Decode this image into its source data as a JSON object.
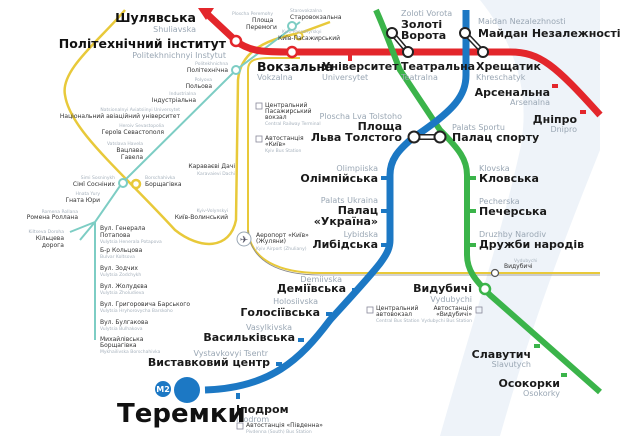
{
  "colors": {
    "red": "#e3262b",
    "green": "#3bb44a",
    "blue": "#1c78c4",
    "yellow": "#e8c93a",
    "teal": "#7dcdc4",
    "river": "#eef3f9"
  },
  "line_badge": "M2",
  "stations": {
    "shuliavska": {
      "ua": "Шулявська",
      "en": "Shuliavska"
    },
    "politekh": {
      "ua": "Політехнічний інститут",
      "en": "Politekhnichnyi Instytut"
    },
    "vokzalna": {
      "ua": "Вокзальна",
      "en": "Vokzalna"
    },
    "universytet": {
      "ua": "Університет",
      "en": "Universytet"
    },
    "teatralna": {
      "ua": "Театральна",
      "en": "Teatralna"
    },
    "khreshchatyk": {
      "ua": "Хрещатик",
      "en": "Khreschatyk"
    },
    "arsenalna": {
      "ua": "Арсенальна",
      "en": "Arsenalna"
    },
    "dnipro": {
      "ua": "Дніпро",
      "en": "Dnipro"
    },
    "zoloti": {
      "ua1": "Золоті",
      "ua2": "Ворота",
      "en": "Zoloti Vorota"
    },
    "maidan": {
      "ua": "Майдан Незалежності",
      "en": "Maidan Nezalezhnosti"
    },
    "tolstoho": {
      "ua1": "Площа",
      "ua2": "Льва Толстого",
      "en": "Ploscha Lva Tolstoho"
    },
    "palats_sportu": {
      "ua": "Палац спорту",
      "en": "Palats Sportu"
    },
    "olimpiiska": {
      "ua": "Олімпійська",
      "en": "Olimpiiska"
    },
    "klovska": {
      "ua": "Кловська",
      "en": "Klovska"
    },
    "palats_ukraina": {
      "ua1": "Палац",
      "ua2": "«Україна»",
      "en": "Palats Ukraina"
    },
    "pecherska": {
      "ua": "Печерська",
      "en": "Pecherska"
    },
    "lybidska": {
      "ua": "Либідська",
      "en": "Lybidska"
    },
    "druzhby": {
      "ua": "Дружби народів",
      "en": "Druzhby Narodiv"
    },
    "demiivska": {
      "ua": "Деміївська",
      "en": "Demiivska"
    },
    "holosiivska": {
      "ua": "Голосіївська",
      "en": "Holosiivska"
    },
    "vasylkivska": {
      "ua": "Васильківська",
      "en": "Vasylkivska"
    },
    "vystavkovyi": {
      "ua": "Виставковий центр",
      "en": "Vystavkovyi Tsentr"
    },
    "ipodrom": {
      "ua": "Іподром",
      "en": "Ipodrom"
    },
    "teremky": {
      "ua": "Теремки"
    },
    "vydubychi": {
      "ua": "Видубичі",
      "en": "Vydubychi"
    },
    "slavutych": {
      "ua": "Славутич",
      "en": "Slavutych"
    },
    "osokorky": {
      "ua": "Осокорки",
      "en": "Osokorky"
    }
  },
  "minor": {
    "ploshcha_peremohy": {
      "ua1": "Площа",
      "ua2": "Перемоги",
      "en": "Ploscha Peremohy"
    },
    "starovokzalna": {
      "ua": "Старовокзальна",
      "en": "Starovokzalna"
    },
    "kyiv_pas": {
      "ua": "Київ-Пасажирський",
      "en": "Kyiv-Pasazhyrskyi"
    },
    "politekhnichna": {
      "ua": "Політехнічна",
      "en": "Politekhnichna"
    },
    "polyova": {
      "ua": "Польова",
      "en": "Polyova"
    },
    "industrialna": {
      "ua": "Індустріальна",
      "en": "Industrialna"
    },
    "nau": {
      "ua": "Національний авіаційний університет",
      "en": "Natsionalnyi Aviatsiinyi Universytet"
    },
    "sevastopolia": {
      "ua": "Героїв Севастополя",
      "en": "Heroiv Sevastopolia"
    },
    "havela": {
      "ua1": "Вацлава",
      "ua2": "Гавела",
      "en": "Vatslava Havela"
    },
    "karavaievi": {
      "ua": "Караваєві Дачі",
      "en": "Karavaievi Dachi"
    },
    "simi": {
      "ua": "Сімї Сосніних",
      "en": "Simi Sosninykh"
    },
    "borshchahivka": {
      "ua": "Борщагівка",
      "en": "Borschahivka"
    },
    "hnata": {
      "ua": "Гната Юри",
      "en": "Hnata Yury"
    },
    "rollana": {
      "ua": "Ромена Роллана",
      "en": "Romena Rollana"
    },
    "kyiv_volynskyi": {
      "ua": "Київ-Волинський",
      "en": "Kyiv-Volynskyi"
    },
    "kiltseva": {
      "ua1": "Кільцева",
      "ua2": "дорога",
      "en": "Kiltseva Doroha"
    },
    "potapova": {
      "ua1": "Вул. Генерала",
      "ua2": "Потапова",
      "en": "Vulytsia Henerala Potapova"
    },
    "koltsova": {
      "ua": "Б-р Кольцова",
      "en": "Bulvar Koltsova"
    },
    "zodchykh": {
      "ua": "Вул. Зодчих",
      "en": "Vulytsia Zodchykh"
    },
    "zholudieva": {
      "ua": "Вул. Жолудєва",
      "en": "Vulytsia Zholudieva"
    },
    "barskoho": {
      "ua": "Вул. Григоровича Барського",
      "en": "Vulytsia Hryhorovycha Barskoho"
    },
    "bulhakova": {
      "ua": "Вул. Булгакова",
      "en": "Vulytsia Bulhakova"
    },
    "mykhailivska": {
      "ua1": "Михайлівська",
      "ua2": "Борщагівка",
      "en": "Mykhailivska Borschahivka"
    },
    "vydubychi_rail": {
      "ua": "Видубичі",
      "en": "Vydubychi"
    },
    "airport": {
      "ua1": "Аеропорт «Київ»",
      "ua2": "(Жуляни)",
      "en": "Kyiv Airport (Zhuliany)"
    },
    "central_station": {
      "ua1": "Центральний",
      "ua2": "Пасажирський",
      "ua3": "вокзал",
      "en": "Central Railway Terminal"
    },
    "bus_kyiv": {
      "ua1": "Автостанція",
      "ua2": "«Київ»",
      "en": "Kyiv Bus Station"
    },
    "central_bus": {
      "ua1": "Центральний",
      "ua2": "автовокзал",
      "en": "Central Bus Station"
    },
    "bus_vydubychi": {
      "ua1": "Автостанція",
      "ua2": "«Видубичі»",
      "en": "Vydubychi Bus Station"
    },
    "bus_pivdenna": {
      "ua": "Автостанція «Південна»",
      "en": "Pivdenna (South) Bus Station"
    }
  }
}
